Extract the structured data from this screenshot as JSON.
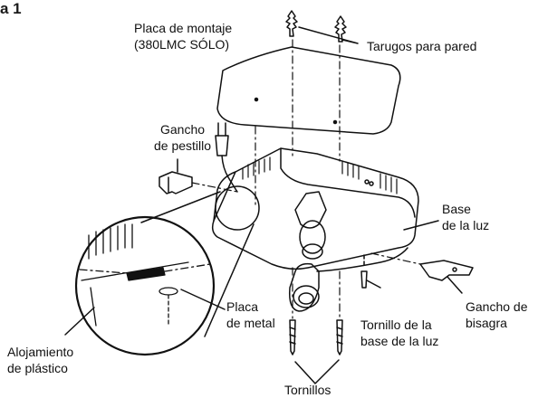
{
  "figure": {
    "caption_fragment": "a 1"
  },
  "labels": {
    "mounting_plate": {
      "line1": "Placa de montaje",
      "line2": "(380LMC SÓLO)"
    },
    "wall_anchors": "Tarugos para pared",
    "latch_hook": {
      "line1": "Gancho",
      "line2": "de pestillo"
    },
    "light_base": {
      "line1": "Base",
      "line2": "de la luz"
    },
    "metal_plate": {
      "line1": "Placa",
      "line2": "de metal"
    },
    "hinge_hook": {
      "line1": "Gancho de",
      "line2": "bisagra"
    },
    "light_base_screw": {
      "line1": "Tornillo de la",
      "line2": "base de la luz"
    },
    "plastic_housing": {
      "line1": "Alojamiento",
      "line2": "de plástico"
    },
    "screws": "Tornillos"
  }
}
